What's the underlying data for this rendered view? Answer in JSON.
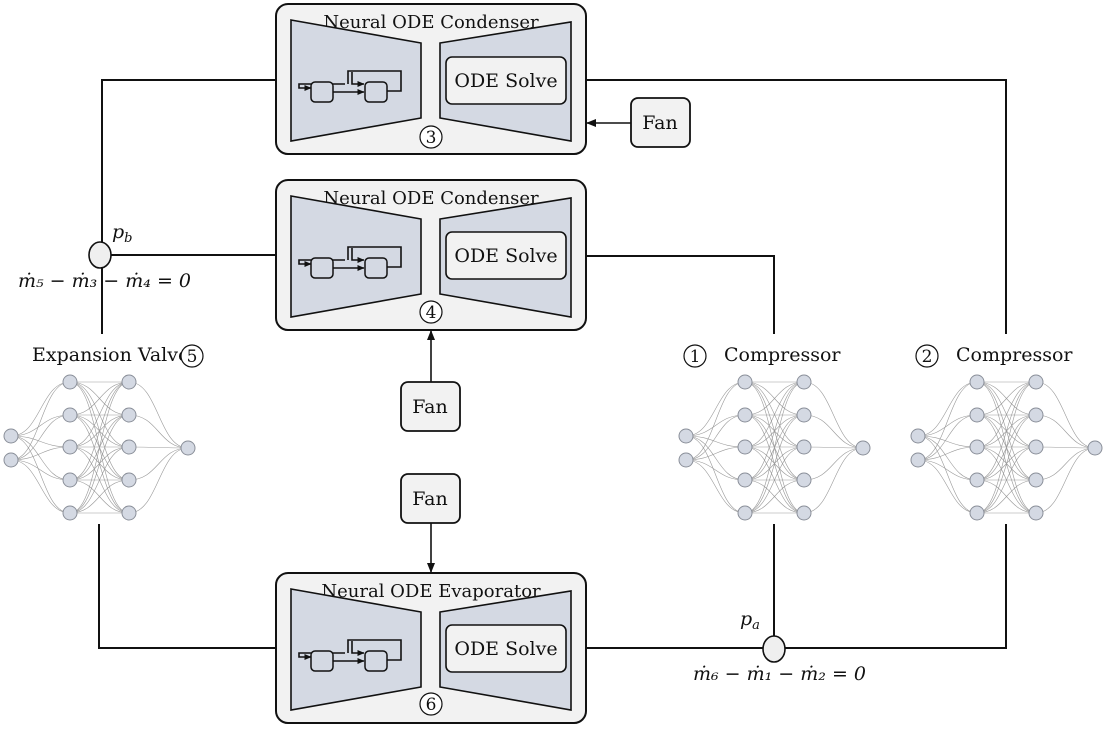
{
  "blocks": {
    "condenser_top": {
      "title": "Neural ODE Condenser",
      "solve": "ODE Solve",
      "index": "3"
    },
    "condenser_mid": {
      "title": "Neural ODE Condenser",
      "solve": "ODE Solve",
      "index": "4"
    },
    "evaporator": {
      "title": "Neural ODE Evaporator",
      "solve": "ODE Solve",
      "index": "6"
    }
  },
  "fans": {
    "top": "Fan",
    "mid": "Fan",
    "bottom": "Fan"
  },
  "components": {
    "expansion_valve": {
      "label": "Expansion Valve",
      "index": "5"
    },
    "compressor_1": {
      "label": "Compressor",
      "index": "1"
    },
    "compressor_2": {
      "label": "Compressor",
      "index": "2"
    }
  },
  "junctions": {
    "b": {
      "pressure_base": "p",
      "pressure_sub": "b",
      "balance": "ṁ₅ − ṁ₃ − ṁ₄ = 0"
    },
    "a": {
      "pressure_base": "p",
      "pressure_sub": "a",
      "balance": "ṁ₆ − ṁ₁ − ṁ₂ = 0"
    }
  },
  "colors": {
    "block_fill": "#f2f2f2",
    "trapezoid_fill": "#d4d9e3",
    "line": "#111111",
    "node_fill": "#d4d9e3",
    "edge": "#9a9a9a"
  }
}
